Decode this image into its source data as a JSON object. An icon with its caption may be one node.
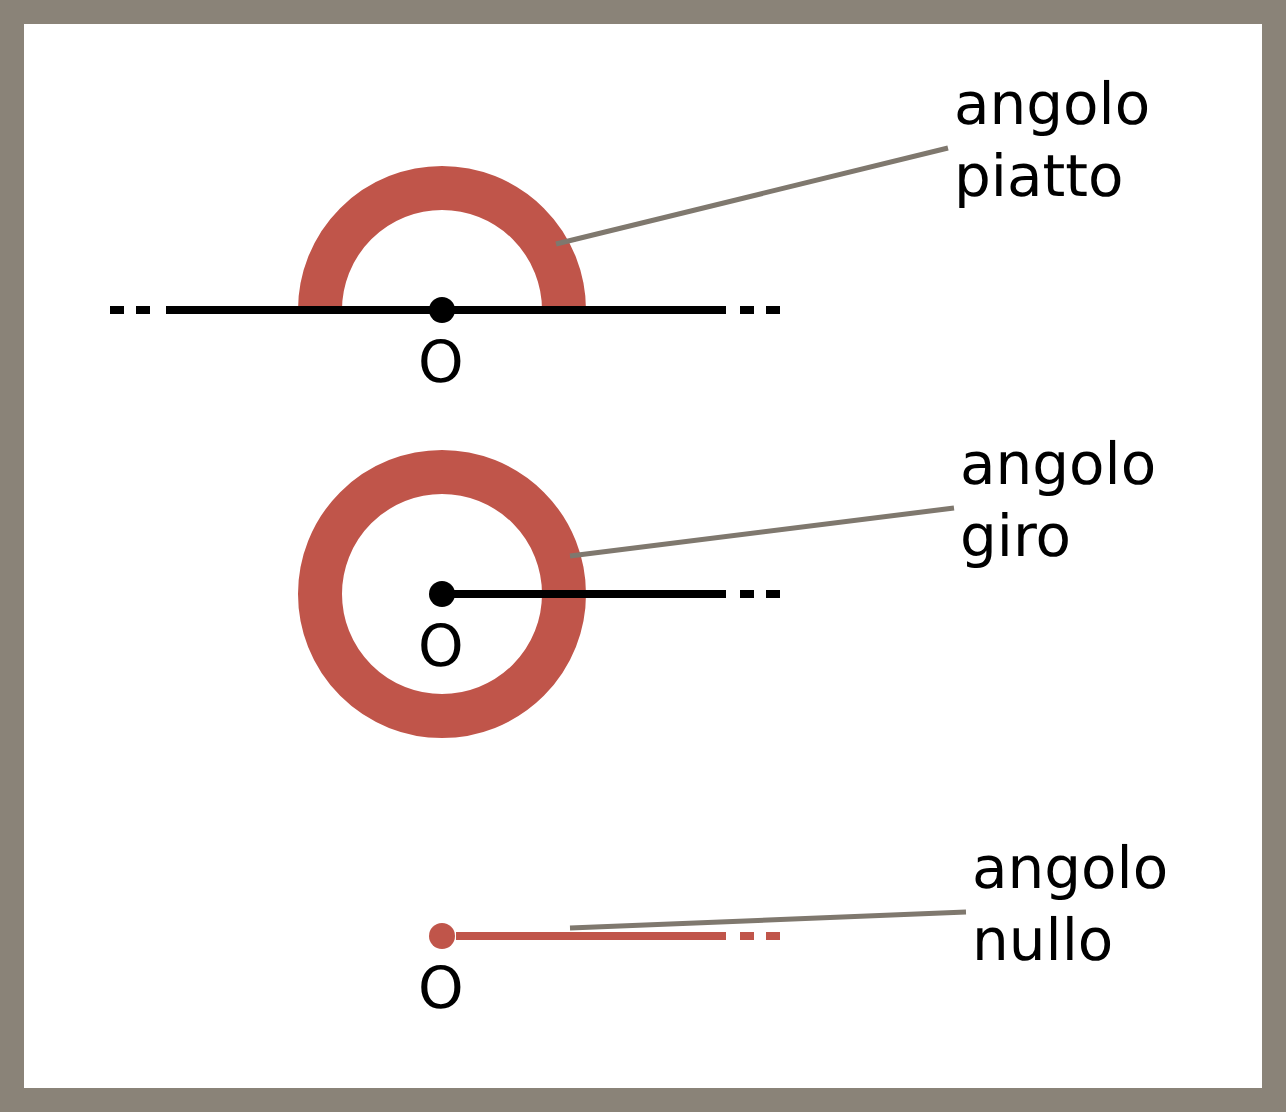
{
  "diagram": {
    "nodes": [
      {
        "text": [
          "angolo piatto"
        ]
      },
      {
        "text": [],
        "shape": "arc"
      },
      {
        "text": [
          "angolo giro"
        ]
      },
      {
        "text": [],
        "shape": "circle"
      },
      {
        "text": [
          "angolo nullo"
        ]
      },
      {
        "text": [],
        "shape": "line"
      }
    ],
    "edges": [
      {
        "from": 0,
        "to": 1,
        "arrow": "none"
      },
      {
        "from": 2,
        "to": 3,
        "arrow": "none"
      },
      {
        "from": 4,
        "to": 5,
        "arrow": "none"
      }
    ],
    "labels": [
      "O",
      "O",
      "O"
    ]
  }
}
